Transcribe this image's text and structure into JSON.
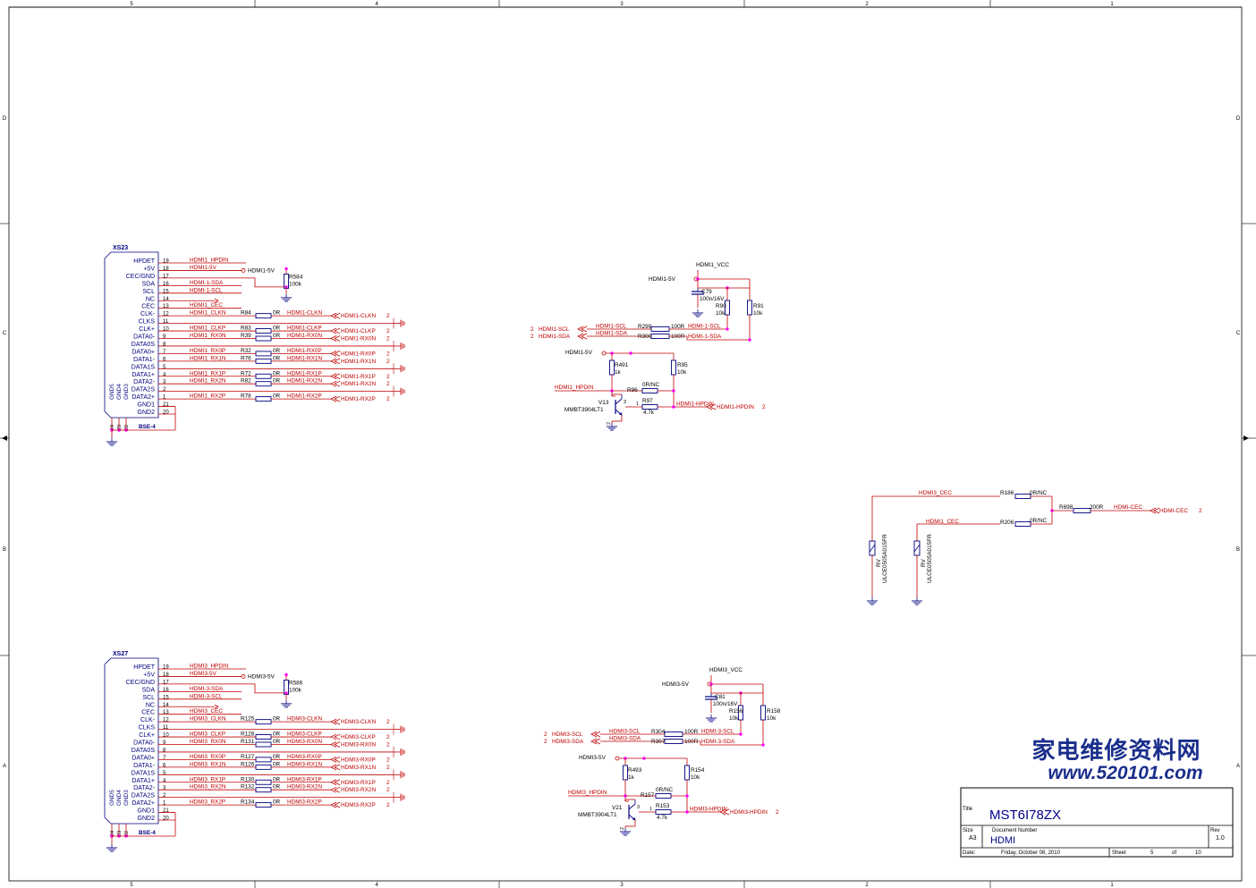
{
  "border": {
    "columns": [
      "5",
      "4",
      "3",
      "2",
      "1"
    ],
    "rows": [
      "D",
      "C",
      "B",
      "A"
    ]
  },
  "connectors": [
    {
      "ref": "XS23",
      "type": "BSE-4",
      "resistor": "R584",
      "resistor_value": "100k",
      "supply_label": "HDMI1-5V",
      "pin_names": [
        "HPDET",
        "+5V",
        "CEC/GND",
        "SDA",
        "SCL",
        "NC",
        "CEC",
        "CLK-",
        "CLKS",
        "CLK+",
        "DATA0-",
        "DATA0S",
        "DATA0+",
        "DATA1-",
        "DATA1S",
        "DATA1+",
        "DATA2-",
        "DATA2S",
        "DATA2+",
        "GND1",
        "GND2"
      ],
      "pin_numbers": [
        "19",
        "18",
        "17",
        "16",
        "15",
        "14",
        "13",
        "12",
        "11",
        "10",
        "9",
        "8",
        "7",
        "6",
        "5",
        "4",
        "3",
        "2",
        "1",
        "21",
        "20"
      ],
      "gnd_pins": [
        "GND5",
        "GND4",
        "GND3"
      ],
      "gnd_nums": [
        "24",
        "23",
        "22"
      ],
      "nets": [
        "HDMI1_HPDIN",
        "HDMI1-5V",
        "",
        "HDMI-1-SDA",
        "HDMI-1-SCL",
        "",
        "HDMI1_CEC",
        "HDMI1_CLKN",
        "",
        "HDMI1_CLKP",
        "HDMI1_RX0N",
        "",
        "HDMI1_RX0P",
        "HDMI1_RX1N",
        "",
        "HDMI1_RX1P",
        "HDMI1_RX2N",
        "",
        "HDMI1_RX2P",
        "",
        ""
      ],
      "series": [
        {
          "pin": 7,
          "ref": "R84",
          "value": "0R",
          "net": "HDMI1-CLKN",
          "port": "HDMI1-CLKN",
          "sheet": "2"
        },
        {
          "pin": 9,
          "ref": "R83",
          "value": "0R",
          "net": "HDMI1-CLKP",
          "port": "HDMI1-CLKP",
          "sheet": "2"
        },
        {
          "pin": 10,
          "ref": "R39",
          "value": "0R",
          "net": "HDMI1-RX0N",
          "port": "HDMI1-RX0N",
          "sheet": "2"
        },
        {
          "pin": 12,
          "ref": "R32",
          "value": "0R",
          "net": "HDMI1-RX0P",
          "port": "HDMI1-RX0P",
          "sheet": "2"
        },
        {
          "pin": 13,
          "ref": "R76",
          "value": "0R",
          "net": "HDMI1-RX1N",
          "port": "HDMI1-RX1N",
          "sheet": "2"
        },
        {
          "pin": 15,
          "ref": "R72",
          "value": "0R",
          "net": "HDMI1-RX1P",
          "port": "HDMI1-RX1P",
          "sheet": "2"
        },
        {
          "pin": 16,
          "ref": "R82",
          "value": "0R",
          "net": "HDMI1-RX2N",
          "port": "HDMI1-RX2N",
          "sheet": "2"
        },
        {
          "pin": 18,
          "ref": "R78",
          "value": "0R",
          "net": "HDMI1-RX2P",
          "port": "HDMI1-RX2P",
          "sheet": "2"
        }
      ]
    },
    {
      "ref": "XS27",
      "type": "BSE-4",
      "resistor": "R586",
      "resistor_value": "100k",
      "supply_label": "HDMI3-5V",
      "pin_names": [
        "HPDET",
        "+5V",
        "CEC/GND",
        "SDA",
        "SCL",
        "NC",
        "CEC",
        "CLK-",
        "CLKS",
        "CLK+",
        "DATA0-",
        "DATA0S",
        "DATA0+",
        "DATA1-",
        "DATA1S",
        "DATA1+",
        "DATA2-",
        "DATA2S",
        "DATA2+",
        "GND1",
        "GND2"
      ],
      "pin_numbers": [
        "19",
        "18",
        "17",
        "16",
        "15",
        "14",
        "13",
        "12",
        "11",
        "10",
        "9",
        "8",
        "7",
        "6",
        "5",
        "4",
        "3",
        "2",
        "1",
        "21",
        "20"
      ],
      "gnd_pins": [
        "GND5",
        "GND4",
        "GND3"
      ],
      "gnd_nums": [
        "24",
        "23",
        "22"
      ],
      "nets": [
        "HDMI3_HPDIN",
        "HDMI3-5V",
        "",
        "HDMI-3-SDA",
        "HDMI-3-SCL",
        "",
        "HDMI3_CEC",
        "HDMI3_CLKN",
        "",
        "HDMI3_CLKP",
        "HDMI3_RX0N",
        "",
        "HDMI3_RX0P",
        "HDMI3_RX1N",
        "",
        "HDMI3_RX1P",
        "HDMI3_RX2N",
        "",
        "HDMI3_RX2P",
        "",
        ""
      ],
      "series": [
        {
          "pin": 7,
          "ref": "R125",
          "value": "0R",
          "net": "HDMI3-CLKN",
          "port": "HDMI3-CLKN",
          "sheet": "2"
        },
        {
          "pin": 9,
          "ref": "R128",
          "value": "0R",
          "net": "HDMI3-CLKP",
          "port": "HDMI3-CLKP",
          "sheet": "2"
        },
        {
          "pin": 10,
          "ref": "R131",
          "value": "0R",
          "net": "HDMI3-RX0N",
          "port": "HDMI3-RX0N",
          "sheet": "2"
        },
        {
          "pin": 12,
          "ref": "R127",
          "value": "0R",
          "net": "HDMI3-RX0P",
          "port": "HDMI3-RX0P",
          "sheet": "2"
        },
        {
          "pin": 13,
          "ref": "R126",
          "value": "0R",
          "net": "HDMI3-RX1N",
          "port": "HDMI3-RX1N",
          "sheet": "2"
        },
        {
          "pin": 15,
          "ref": "R130",
          "value": "0R",
          "net": "HDMI3-RX1P",
          "port": "HDMI3-RX1P",
          "sheet": "2"
        },
        {
          "pin": 16,
          "ref": "R132",
          "value": "0R",
          "net": "HDMI3-RX2N",
          "port": "HDMI3-RX2N",
          "sheet": "2"
        },
        {
          "pin": 18,
          "ref": "R134",
          "value": "0R",
          "net": "HDMI3-RX2P",
          "port": "HDMI3-RX2P",
          "sheet": "2"
        }
      ]
    }
  ],
  "ddc": [
    {
      "vcc": "HDMI1_VCC",
      "v5": "HDMI1-5V",
      "cap": "C79",
      "cap_value": "100n/16V",
      "pu1": "R90",
      "pu1_value": "10k",
      "pu2": "R91",
      "pu2_value": "10k",
      "scl_port": "HDMI1-SCL",
      "sda_port": "HDMI1-SDA",
      "port_sheet": "2",
      "scl_net": "HDMI-1-SCL",
      "sda_net": "HDMI-1-SDA",
      "rs1": "R299",
      "rs1_value": "100R",
      "rs2": "R300",
      "rs2_value": "100R",
      "hpd_v5": "HDMI1-5V",
      "hpd_in": "HDMI1_HPDIN",
      "r_base": "R491",
      "r_base_value": "1k",
      "r_pu": "R95",
      "r_pu_value": "10k",
      "r_nc": "R96",
      "r_nc_value": "0R/NC",
      "r_out": "R97",
      "r_out_value": "4.7k",
      "transistor": "V13",
      "transistor_part": "MMBT3904LT1",
      "hpd_net": "HDMI1-HPDIN",
      "hpd_port": "HDMI1-HPDIN",
      "hpd_sheet": "2",
      "pin1": "1",
      "pin2": "2",
      "pin3": "3"
    },
    {
      "vcc": "HDMI3_VCC",
      "v5": "HDMI3-5V",
      "cap": "C81",
      "cap_value": "100n/16V",
      "pu1": "R156",
      "pu1_value": "10k",
      "pu2": "R158",
      "pu2_value": "10k",
      "scl_port": "HDMI3-SCL",
      "sda_port": "HDMI3-SDA",
      "port_sheet": "2",
      "scl_net": "HDMI-3-SCL",
      "sda_net": "HDMI-3-SDA",
      "rs1": "R304",
      "rs1_value": "100R",
      "rs2": "R307",
      "rs2_value": "100R",
      "hpd_v5": "HDMI3-5V",
      "hpd_in": "HDMI3_HPDIN",
      "r_base": "R493",
      "r_base_value": "1k",
      "r_pu": "R154",
      "r_pu_value": "10k",
      "r_nc": "R157",
      "r_nc_value": "0R/NC",
      "r_out": "R153",
      "r_out_value": "4.7k",
      "transistor": "V21",
      "transistor_part": "MMBT3904LT1",
      "hpd_net": "HDMI3-HPDIN",
      "hpd_port": "HDMI3-HPDIN",
      "hpd_sheet": "2",
      "pin1": "1",
      "pin2": "2",
      "pin3": "3"
    }
  ],
  "cec": {
    "net1": "HDMI3_CEC",
    "net2": "HDMI1_CEC",
    "r1": "R186",
    "r1_value": "0R/NC",
    "r2": "R206",
    "r2_value": "0R/NC",
    "r3": "R698",
    "r3_value": "200R",
    "out_net": "HDMI-CEC",
    "port": "HDMI-CEC",
    "port_sheet": "2",
    "tvs1": "RV",
    "tvs2": "RV",
    "tvs_part": "ULCE0505A015FR"
  },
  "watermark": {
    "line1": "家电维修资料网",
    "line2": "www.520101.com"
  },
  "title_block": {
    "title_label": "Title",
    "title": "MST6I78ZX",
    "size_label": "Size",
    "size": "A3",
    "docnum_label": "Document Number",
    "doc": "HDMI",
    "rev_label": "Rev",
    "rev": "1.0",
    "date_label": "Date:",
    "date": "Friday, October 08, 2010",
    "sheet_label": "Sheet",
    "sheet": "5",
    "of_label": "of",
    "sheets": "10"
  },
  "colors": {
    "border": "#000000",
    "wire": "#c00000",
    "component": "#000080",
    "junction": "#ff00ff",
    "watermark1": "#1a2e8c",
    "watermark2": "#1a2e8c",
    "watermark_num": "#cc0000"
  }
}
